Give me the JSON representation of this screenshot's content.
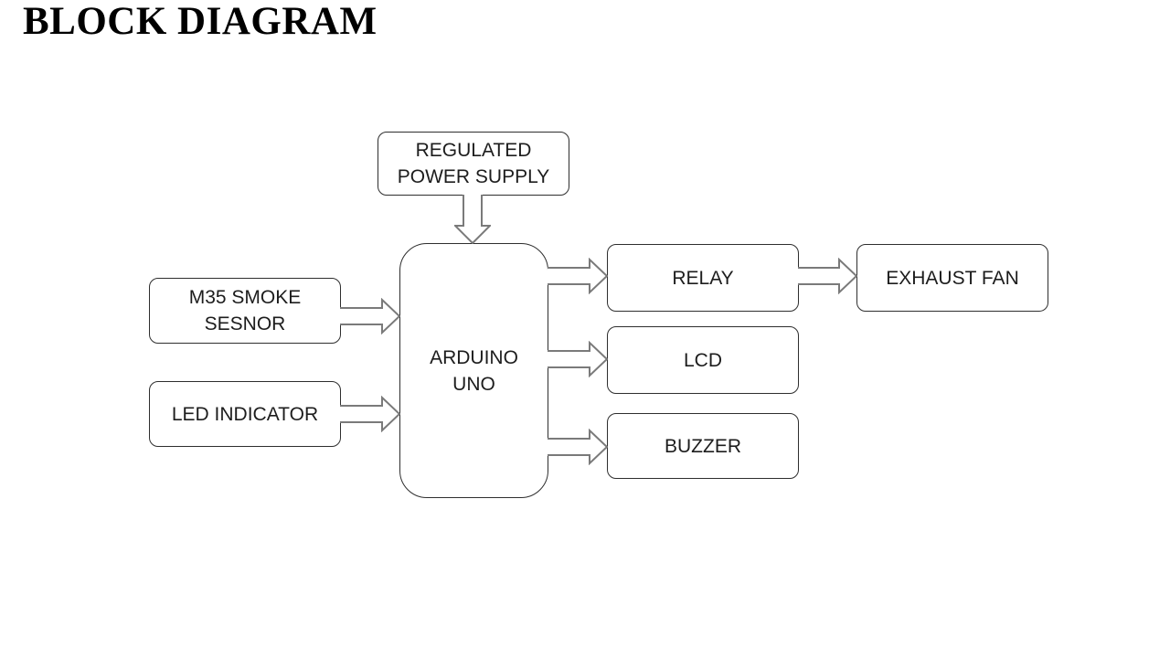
{
  "title": "BLOCK DIAGRAM",
  "colors": {
    "background": "#ffffff",
    "box_border": "#2e2e2e",
    "box_fill": "#ffffff",
    "label_text": "#1d1d1d",
    "title_text": "#000000",
    "arrow_stroke": "#7a7a7a",
    "arrow_fill": "#ffffff"
  },
  "nodes": {
    "power_supply": {
      "lines": [
        "REGULATED",
        "POWER SUPPLY"
      ]
    },
    "m35_smoke_sensor": {
      "lines": [
        "M35 SMOKE",
        "SESNOR"
      ]
    },
    "led_indicator": {
      "lines": [
        "LED INDICATOR"
      ]
    },
    "arduino_uno": {
      "lines": [
        "ARDUINO",
        "UNO"
      ]
    },
    "relay": {
      "lines": [
        "RELAY"
      ]
    },
    "lcd": {
      "lines": [
        "LCD"
      ]
    },
    "buzzer": {
      "lines": [
        "BUZZER"
      ]
    },
    "exhaust_fan": {
      "lines": [
        "EXHAUST FAN"
      ]
    }
  },
  "connections": [
    {
      "from": "power_supply",
      "to": "arduino_uno",
      "direction": "down"
    },
    {
      "from": "m35_smoke_sensor",
      "to": "arduino_uno",
      "direction": "right"
    },
    {
      "from": "led_indicator",
      "to": "arduino_uno",
      "direction": "right"
    },
    {
      "from": "arduino_uno",
      "to": "relay",
      "direction": "right"
    },
    {
      "from": "arduino_uno",
      "to": "lcd",
      "direction": "right"
    },
    {
      "from": "arduino_uno",
      "to": "buzzer",
      "direction": "right"
    },
    {
      "from": "relay",
      "to": "exhaust_fan",
      "direction": "right"
    }
  ]
}
